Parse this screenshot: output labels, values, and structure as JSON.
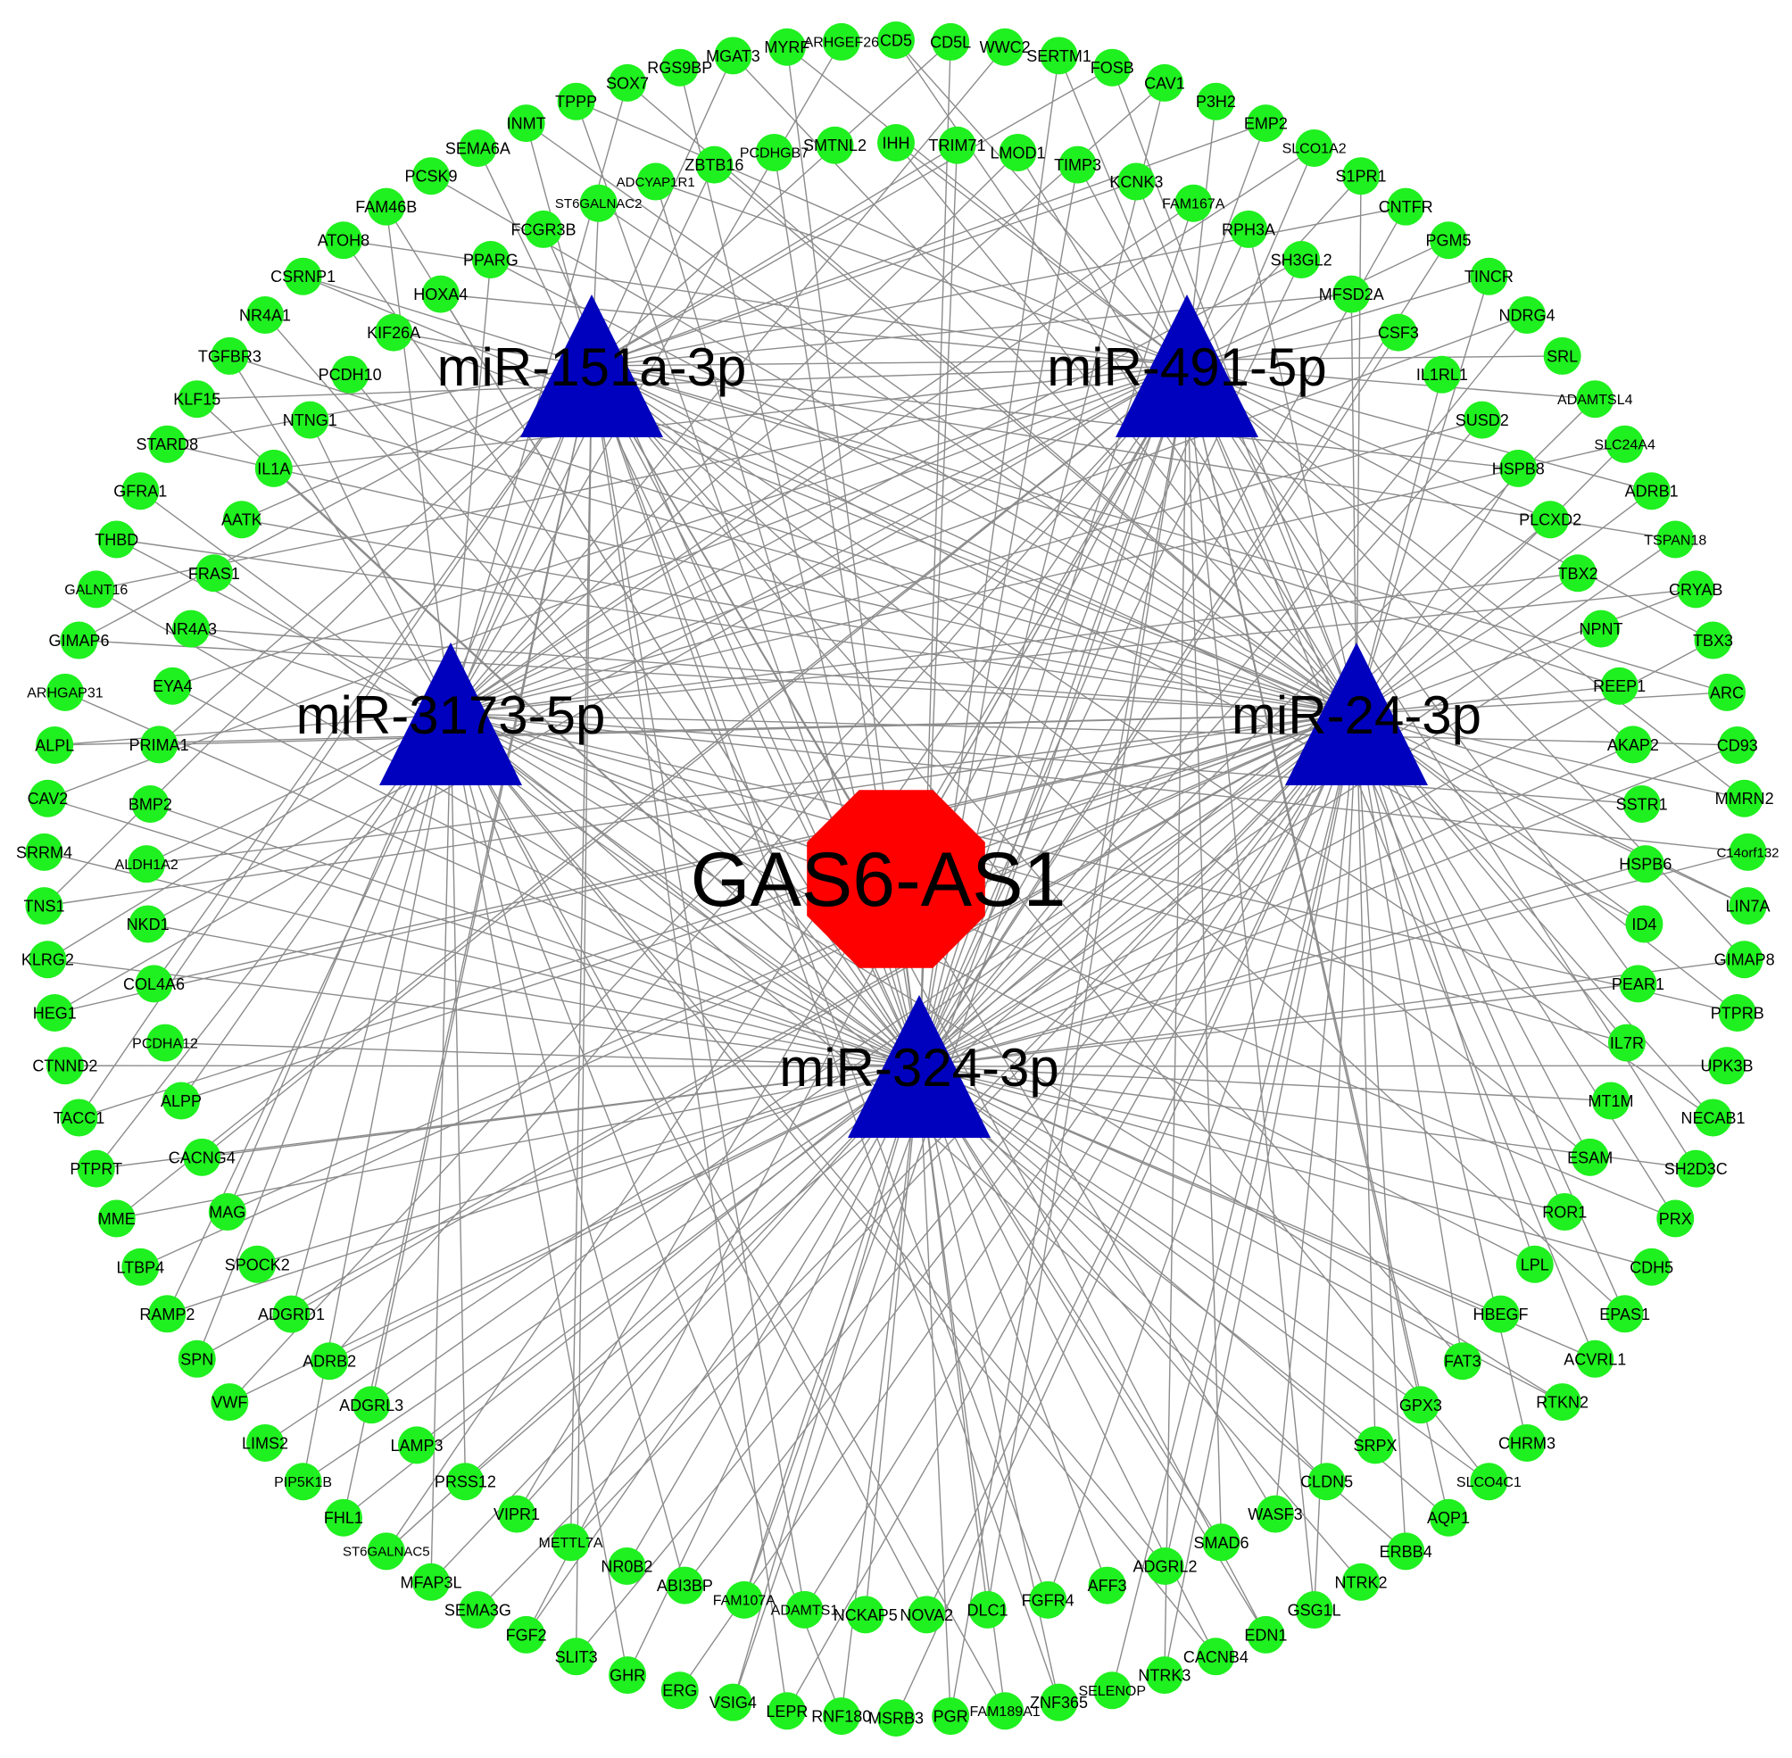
{
  "diagram": {
    "type": "ceRNA regulatory network",
    "colors": {
      "edge": "#8c8c8c",
      "hub": "#ff0000",
      "mirna": "#0000bf",
      "gene": "#1ff01f",
      "text": "#000000"
    },
    "hub": {
      "id": "GAS6-AS1",
      "label": "GAS6-AS1",
      "shape": "octagon"
    },
    "mirnas": [
      {
        "id": "miR-151a-3p",
        "label": "miR-151a-3p",
        "shape": "triangle"
      },
      {
        "id": "miR-491-5p",
        "label": "miR-491-5p",
        "shape": "triangle"
      },
      {
        "id": "miR-3173-5p",
        "label": "miR-3173-5p",
        "shape": "triangle"
      },
      {
        "id": "miR-24-3p",
        "label": "miR-24-3p",
        "shape": "triangle"
      },
      {
        "id": "miR-324-3p",
        "label": "miR-324-3p",
        "shape": "triangle"
      }
    ],
    "genes_outer": [
      "CD5",
      "CD5L",
      "WWC2",
      "SERTM1",
      "FOSB",
      "CAV1",
      "P3H2",
      "EMP2",
      "SLCO1A2",
      "S1PR1",
      "CNTFR",
      "PGM5",
      "TINCR",
      "NDRG4",
      "SRL",
      "ADAMTSL4",
      "SLC24A4",
      "ADRB1",
      "TSPAN18",
      "CRYAB",
      "TBX3",
      "ARC",
      "CD93",
      "MMRN2",
      "C14orf132",
      "LIN7A",
      "GIMAP8",
      "PTPRB",
      "UPK3B",
      "NECAB1",
      "SH2D3C",
      "PRX",
      "CDH5",
      "EPAS1",
      "ACVRL1",
      "RTKN2",
      "CHRM3",
      "SLCO4C1",
      "AQP1",
      "ERBB4",
      "NTRK2",
      "GSG1L",
      "EDN1",
      "CACNB4",
      "NTRK3",
      "SELENOP",
      "ZNF365",
      "FAM189A1",
      "PGR",
      "MSRB3",
      "RNF180",
      "LEPR",
      "VSIG4",
      "ERG",
      "GHR",
      "SLIT3",
      "FGF2",
      "SEMA3G",
      "MFAP3L",
      "ST6GALNAC5",
      "FHL1",
      "PIP5K1B",
      "LIMS2",
      "VWF",
      "SPN",
      "RAMP2",
      "LTBP4",
      "MME",
      "PTPRT",
      "TACC1",
      "CTNND2",
      "HEG1",
      "KLRG2",
      "TNS1",
      "SRRM4",
      "CAV2",
      "ALPL",
      "ARHGAP31",
      "GIMAP6",
      "GALNT16",
      "THBD",
      "GFRA1",
      "STARD8",
      "KLF15",
      "TGFBR3",
      "NR4A1",
      "CSRNP1",
      "ATOH8",
      "FAM46B",
      "PCSK9",
      "SEMA6A",
      "INMT",
      "TPPP",
      "SOX7",
      "RGS9BP",
      "MGAT3",
      "MYRF",
      "ARHGEF26"
    ],
    "genes_inner": [
      "IHH",
      "TRIM71",
      "LMOD1",
      "TIMP3",
      "KCNK3",
      "FAM167A",
      "RPH3A",
      "SH3GL2",
      "MFSD2A",
      "CSF3",
      "IL1RL1",
      "SUSD2",
      "HSPB8",
      "PLCXD2",
      "TBX2",
      "NPNT",
      "REEP1",
      "AKAP2",
      "SSTR1",
      "HSPB6",
      "ID4",
      "PEAR1",
      "IL7R",
      "MT1M",
      "ESAM",
      "ROR1",
      "LPL",
      "HBEGF",
      "FAT3",
      "GPX3",
      "SRPX",
      "CLDN5",
      "WASF3",
      "SMAD6",
      "ADGRL2",
      "AFF3",
      "FGFR4",
      "DLC1",
      "NOVA2",
      "NCKAP5",
      "ADAMTS1",
      "FAM107A",
      "ABI3BP",
      "NR0B2",
      "METTL7A",
      "VIPR1",
      "PRSS12",
      "LAMP3",
      "ADGRL3",
      "ADRB2",
      "ADGRD1",
      "SPOCK2",
      "MAG",
      "CACNG4",
      "ALPP",
      "PCDHA12",
      "COL4A6",
      "NKD1",
      "ALDH1A2",
      "BMP2",
      "PRIMA1",
      "EYA4",
      "NR4A3",
      "FRAS1",
      "AATK",
      "IL1A",
      "NTNG1",
      "PCDH10",
      "KIF26A",
      "HOXA4",
      "PPARG",
      "FCGR3B",
      "ST6GALNAC2",
      "ADCYAP1R1",
      "ZBTB16",
      "PCDHGB7",
      "SMTNL2"
    ],
    "interactions": {
      "miR-151a-3p": [
        "CD5L",
        "FOSB",
        "EMP2",
        "CNTFR",
        "SRL",
        "TSPAN18",
        "ARC",
        "LIN7A",
        "NECAB1",
        "EPAS1",
        "SLCO4C1",
        "EDN1",
        "ZNF365",
        "LEPR",
        "SLIT3",
        "FHL1",
        "SPN",
        "TACC1",
        "TNS1",
        "GIMAP6",
        "STARD8",
        "CSRNP1",
        "INMT",
        "MGAT3",
        "TRIM71",
        "KCNK3",
        "MFSD2A",
        "HSPB8",
        "REEP1",
        "ID4",
        "ESAM",
        "FAT3",
        "WASF3",
        "FGFR4",
        "ADAMTS1",
        "METTL7A",
        "ADGRL3",
        "MAG",
        "COL4A6",
        "PRIMA1",
        "AATK",
        "KIF26A",
        "ST6GALNAC2"
      ],
      "miR-491-5p": [
        "CD5",
        "SERTM1",
        "P3H2",
        "S1PR1",
        "TINCR",
        "ADAMTSL4",
        "ADRB1",
        "TBX3",
        "MMRN2",
        "GIMAP8",
        "SH2D3C",
        "ACVRL1",
        "AQP1",
        "GSG1L",
        "NTRK3",
        "PGR",
        "VSIG4",
        "FGF2",
        "ST6GALNAC5",
        "VWF",
        "MME",
        "HEG1",
        "CAV2",
        "GALNT16",
        "KLF15",
        "ATOH8",
        "TPPP",
        "MYRF",
        "IHH",
        "TIMP3",
        "RPH3A",
        "CSF3",
        "PLCXD2",
        "AKAP2",
        "PEAR1",
        "ROR1",
        "GPX3",
        "SMAD6",
        "DLC1",
        "FAM107A",
        "VIPR1",
        "ADRB2",
        "CACNG4",
        "NKD1",
        "EYA4",
        "IL1A",
        "HOXA4",
        "ADCYAP1R1"
      ],
      "miR-3173-5p": [
        "WWC2",
        "CAV1",
        "SLCO1A2",
        "PGM5",
        "NDRG4",
        "SLC24A4",
        "CRYAB",
        "CD93",
        "C14orf132",
        "PTPRB",
        "PRX",
        "RTKN2",
        "ERBB4",
        "CACNB4",
        "FAM189A1",
        "RNF180",
        "GHR",
        "MFAP3L",
        "PIP5K1B",
        "RAMP2",
        "PTPRT",
        "KLRG2",
        "ALPL",
        "THBD",
        "TGFBR3",
        "FAM46B",
        "SOX7",
        "ARHGEF26",
        "LMOD1",
        "FAM167A",
        "SH3GL2",
        "SUSD2",
        "TBX2",
        "SSTR1",
        "IL7R",
        "LPL",
        "SRPX",
        "ADGRL2",
        "NOVA2",
        "ABI3BP",
        "PRSS12",
        "ADGRD1",
        "ALPP",
        "ALDH1A2",
        "NR4A3",
        "NTNG1",
        "PPARG",
        "ZBTB16"
      ],
      "miR-24-3p": [
        "CD5",
        "FOSB",
        "S1PR1",
        "TINCR",
        "SLC24A4",
        "ADRB1",
        "CRYAB",
        "ARC",
        "MMRN2",
        "LIN7A",
        "PTPRB",
        "NECAB1",
        "PRX",
        "EPAS1",
        "CHRM3",
        "ERBB4",
        "GSG1L",
        "NTRK3",
        "SELENOP",
        "MSRB3",
        "LEPR",
        "ERG",
        "SLIT3",
        "SEMA3G",
        "FHL1",
        "LIMS2",
        "SPN",
        "LTBP4",
        "TACC1",
        "HEG1",
        "TNS1",
        "ALPL",
        "GIMAP6",
        "THBD",
        "STARD8",
        "TGFBR3",
        "CSRNP1",
        "PCSK9",
        "INMT",
        "SOX7",
        "MGAT3",
        "IHH",
        "LMOD1",
        "KCNK3",
        "RPH3A",
        "MFSD2A",
        "IL1RL1",
        "HSPB8",
        "TBX2",
        "REEP1",
        "SSTR1",
        "ID4",
        "IL7R",
        "ESAM",
        "LPL",
        "FAT3",
        "SRPX",
        "WASF3",
        "ADGRL2",
        "FGFR4",
        "NOVA2",
        "ADAMTS1",
        "ABI3BP",
        "METTL7A",
        "PRSS12",
        "ADGRL3",
        "ADGRD1",
        "MAG",
        "ALPP",
        "COL4A6",
        "ALDH1A2",
        "PRIMA1",
        "NR4A3",
        "AATK",
        "NTNG1",
        "KIF26A",
        "PPARG",
        "ST6GALNAC2",
        "ZBTB16"
      ],
      "miR-324-3p": [
        "CD5L",
        "SERTM1",
        "CAV1",
        "EMP2",
        "SLCO1A2",
        "CNTFR",
        "PGM5",
        "NDRG4",
        "ADAMTSL4",
        "TSPAN18",
        "TBX3",
        "CD93",
        "C14orf132",
        "GIMAP8",
        "UPK3B",
        "SH2D3C",
        "CDH5",
        "ACVRL1",
        "RTKN2",
        "SLCO4C1",
        "AQP1",
        "NTRK2",
        "EDN1",
        "CACNB4",
        "ZNF365",
        "FAM189A1",
        "PGR",
        "RNF180",
        "VSIG4",
        "GHR",
        "FGF2",
        "MFAP3L",
        "ST6GALNAC5",
        "PIP5K1B",
        "VWF",
        "RAMP2",
        "MME",
        "PTPRT",
        "CTNND2",
        "KLRG2",
        "SRRM4",
        "CAV2",
        "ARHGAP31",
        "GALNT16",
        "GFRA1",
        "KLF15",
        "NR4A1",
        "ATOH8",
        "FAM46B",
        "SEMA6A",
        "TPPP",
        "RGS9BP",
        "MYRF",
        "TRIM71",
        "TIMP3",
        "FAM167A",
        "SH3GL2",
        "CSF3",
        "SUSD2",
        "PLCXD2",
        "NPNT",
        "AKAP2",
        "HSPB6",
        "PEAR1",
        "MT1M",
        "ROR1",
        "HBEGF",
        "GPX3",
        "CLDN5",
        "SMAD6",
        "AFF3",
        "DLC1",
        "NCKAP5",
        "FAM107A",
        "NR0B2",
        "VIPR1",
        "LAMP3",
        "ADRB2",
        "SPOCK2",
        "CACNG4",
        "PCDHA12",
        "NKD1",
        "BMP2",
        "EYA4",
        "FRAS1",
        "IL1A",
        "PCDH10",
        "HOXA4",
        "FCGR3B",
        "ADCYAP1R1",
        "PCDHGB7"
      ]
    }
  }
}
